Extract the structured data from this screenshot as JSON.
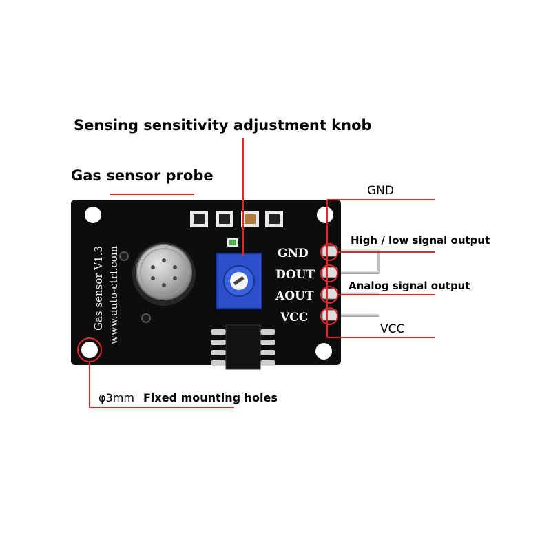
{
  "annotations": {
    "sensitivity_knob": "Sensing sensitivity adjustment knob",
    "gas_probe": "Gas sensor probe",
    "gnd": "GND",
    "high_low_output": "High / low signal output",
    "analog_output": "Analog signal output",
    "vcc": "VCC",
    "hole_diameter": "φ3mm",
    "mounting_holes": "Fixed mounting holes"
  },
  "board": {
    "silkscreen_model": "Gas sensor V1.3",
    "silkscreen_url": "www.auto-ctrl.com",
    "pins": [
      "GND",
      "DOUT",
      "AOUT",
      "VCC"
    ]
  },
  "colors": {
    "board": "#0d0d0d",
    "potentiometer": "#2a4fc9",
    "callout": "#e2262b",
    "sensor_can": "#a9a9a9"
  }
}
